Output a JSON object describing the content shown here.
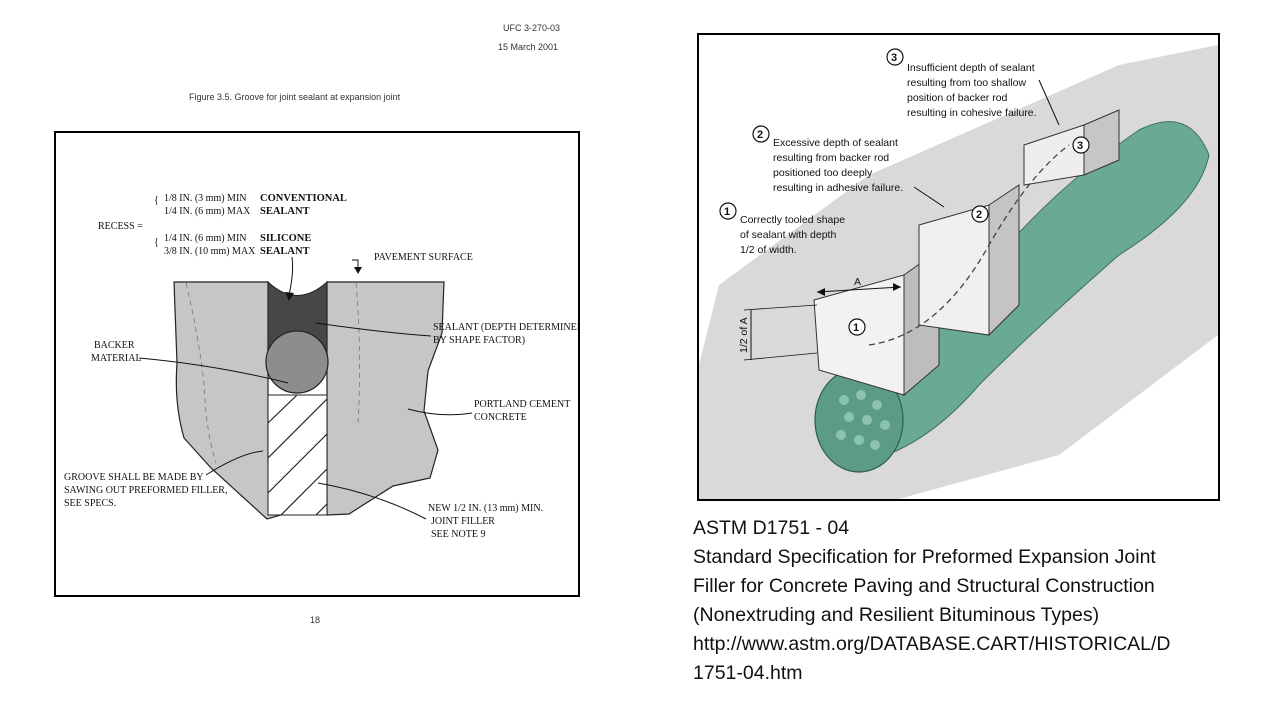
{
  "doc_header": {
    "code": "UFC 3-270-03",
    "date": "15 March 2001"
  },
  "figure_left": {
    "caption": "Figure 3.5. Groove for joint sealant at expansion joint",
    "page_number": "18",
    "labels": {
      "recess": "RECESS =",
      "conv_min": "1/8 IN. (3 mm)  MIN",
      "conv_max": "1/4 IN. (6 mm)  MAX",
      "conventional": "CONVENTIONAL",
      "conv_sealant": "SEALANT",
      "sil_min": "1/4 IN. (6 mm)  MIN",
      "sil_max": "3/8 IN. (10 mm) MAX",
      "silicone": "SILICONE",
      "sil_sealant": "SEALANT",
      "pavement_surface": "PAVEMENT SURFACE",
      "sealant_1": "SEALANT (DEPTH DETERMINED",
      "sealant_2": "BY SHAPE FACTOR)",
      "backer_1": "BACKER",
      "backer_2": "MATERIAL",
      "pcc_1": "PORTLAND CEMENT",
      "pcc_2": "CONCRETE",
      "groove_1": "GROOVE SHALL BE MADE BY",
      "groove_2": "SAWING OUT PREFORMED FILLER,",
      "groove_3": "SEE SPECS.",
      "new_1": "NEW 1/2 IN. (13 mm) MIN.",
      "new_2": "JOINT FILLER",
      "new_3": "SEE NOTE 9"
    }
  },
  "figure_right": {
    "callout_3": [
      "Insufficient depth of sealant",
      "resulting from too shallow",
      "position of backer rod",
      "resulting in cohesive failure."
    ],
    "callout_2": [
      "Excessive depth of sealant",
      "resulting from backer rod",
      "positioned too deeply",
      "resulting in adhesive failure."
    ],
    "callout_1": [
      "Correctly tooled shape",
      "of sealant with depth",
      "1/2 of width."
    ],
    "num_1": "1",
    "num_2": "2",
    "num_3": "3",
    "dim_a": "A",
    "dim_half": "1/2 of A"
  },
  "caption_lines": [
    "ASTM D1751 - 04",
    "Standard Specification for Preformed  Expansion Joint",
    "Filler for  Concrete Paving and Structural Construction",
    "(Nonextruding and Resilient Bituminous Types)",
    "http://www.astm.org/DATABASE.CART/HISTORICAL/D",
    "1751-04.htm"
  ],
  "colors": {
    "concrete": "#c8c8c8",
    "sealant": "#4a4a4a",
    "backer": "#8a8a8a",
    "rod_green": "#5fa58f",
    "ground": "#d6d6d6"
  }
}
